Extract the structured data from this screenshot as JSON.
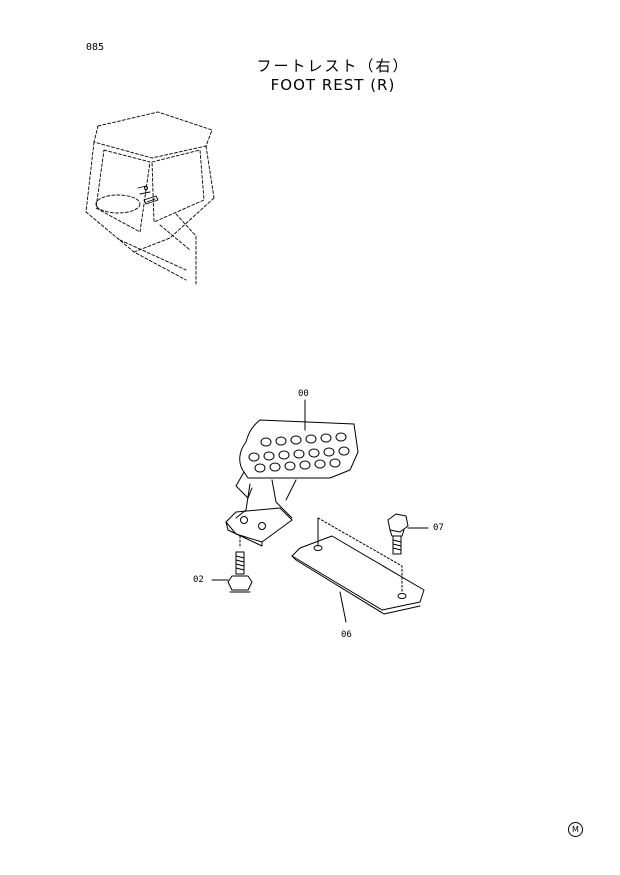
{
  "page": {
    "number": "085"
  },
  "title": {
    "japanese": "フートレスト（右）",
    "english": "FOOT REST (R)"
  },
  "callouts": [
    {
      "id": "00"
    },
    {
      "id": "07"
    },
    {
      "id": "02"
    },
    {
      "id": "06"
    }
  ],
  "corner_mark": "M"
}
